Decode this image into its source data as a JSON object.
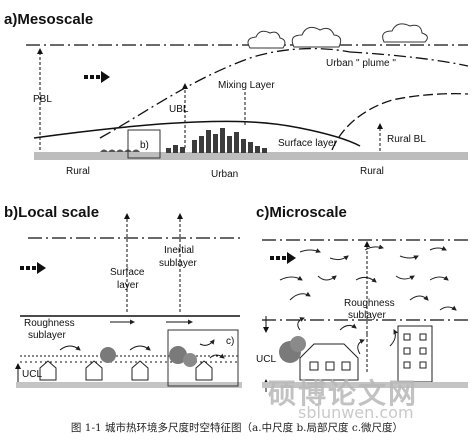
{
  "panel_a": {
    "title": "a)Mesoscale",
    "pbl": "PBL",
    "ubl": "UBL",
    "mixing_layer": "Mixing Layer",
    "plume": "Urban \" plume \"",
    "surface_layer": "Surface layer",
    "rural_bl": "Rural BL",
    "rural_left": "Rural",
    "urban": "Urban",
    "rural_right": "Rural",
    "inset_b": "b)"
  },
  "panel_b": {
    "title": "b)Local scale",
    "surface_layer_line1": "Surface",
    "surface_layer_line2": "layer",
    "inertial_line1": "Inertial",
    "inertial_line2": "sublayer",
    "roughness_line1": "Roughness",
    "roughness_line2": "sublayer",
    "ucl": "UCL",
    "inset_c": "c)"
  },
  "panel_c": {
    "title": "c)Microscale",
    "roughness_line1": "Roughness",
    "roughness_line2": "sublayer",
    "ucl": "UCL"
  },
  "caption": "图 1-1  城市热环境多尺度时空特征图（a.中尺度  b.局部尺度  c.微尺度）",
  "watermark": {
    "text": "硕博论文网",
    "url": "sblunwen.com"
  }
}
